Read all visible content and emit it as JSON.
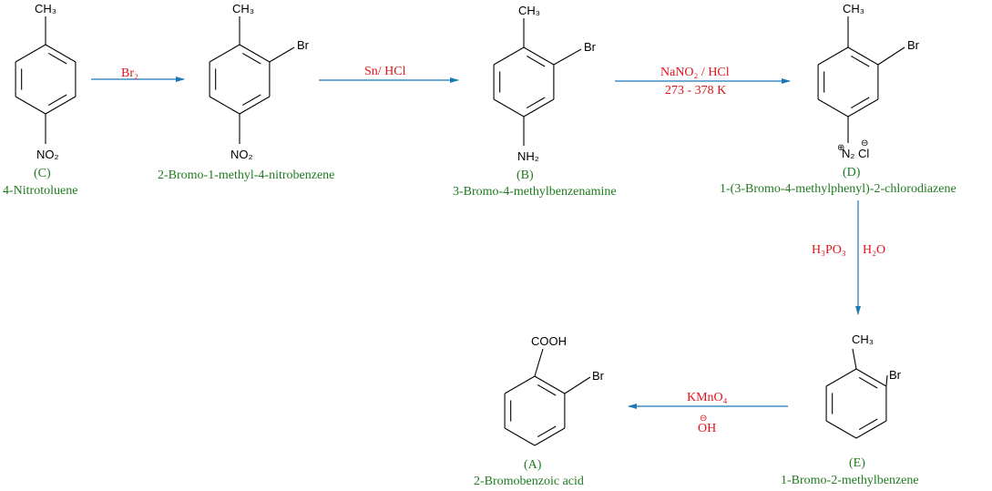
{
  "compounds": {
    "c": {
      "top": "CH₃",
      "bottom": "NO₂",
      "letter": "(C)",
      "name": "4-Nitrotoluene"
    },
    "int1": {
      "top": "CH₃",
      "side": "Br",
      "bottom": "NO₂",
      "name": "2-Bromo-1-methyl-4-nitrobenzene"
    },
    "b": {
      "top": "CH₃",
      "side": "Br",
      "bottom": "NH₂",
      "letter": "(B)",
      "name": "3-Bromo-4-methylbenzenamine"
    },
    "d": {
      "top": "CH₃",
      "side": "Br",
      "bottom": "N₂ Cl",
      "plus": "⊕",
      "minus": "⊖",
      "letter": "(D)",
      "name": "1-(3-Bromo-4-methylphenyl)-2-chlorodiazene"
    },
    "e": {
      "top": "CH₃",
      "side": "Br",
      "letter": "(E)",
      "name": "1-Bromo-2-methylbenzene"
    },
    "a": {
      "top": "COOH",
      "side": "Br",
      "letter": "(A)",
      "name": "2-Bromobenzoic acid"
    }
  },
  "reagents": {
    "step1": "Br₂",
    "step2": "Sn/ HCl",
    "step3_top": "NaNO₂ / HCl",
    "step3_bottom": "273 - 378 K",
    "step4_left": "H₃PO₃",
    "step4_right": "H₂O",
    "step5_top": "KMnO₄",
    "step5_minus": "⊖",
    "step5_bottom": "OH"
  },
  "colors": {
    "arrow": "#1a78b8",
    "reagent": "#e3121b",
    "name": "#1e7a1e"
  }
}
